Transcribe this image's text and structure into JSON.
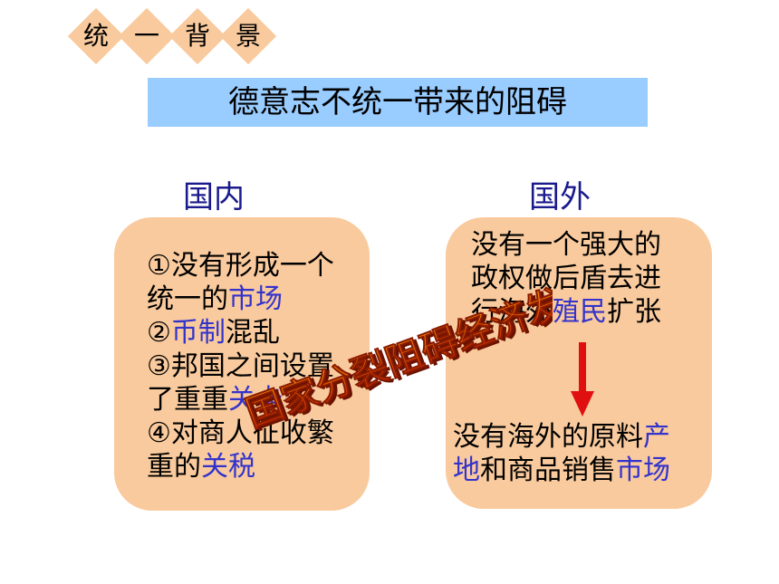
{
  "header": {
    "chars": [
      "统",
      "一",
      "背",
      "景"
    ]
  },
  "title": "德意志不统一带来的阻碍",
  "domestic": {
    "heading": "国内",
    "line1": "①没有形成一个",
    "line2_pre": "统一的",
    "line2_hl": "市场",
    "line3_pre": "②",
    "line3_hl": "币制",
    "line3_post": "混乱",
    "line4": "③邦国之间设置",
    "line5_pre": "了重重",
    "line5_hl": "关卡",
    "line6": "④对商人征收繁",
    "line7_pre": "重的",
    "line7_hl": "关税"
  },
  "foreign": {
    "heading": "国外",
    "line1": "没有一个强大的",
    "line2": "政权做后盾去进",
    "line3_pre": "行海外",
    "line3_hl": "殖民",
    "line3_post": "扩张",
    "line4_pre": "没有海外的原料",
    "line4_hl": "产",
    "line5_hl": "地",
    "line5_mid": "和商品销售",
    "line5_hl2": "市场"
  },
  "banner_text": "国家分裂阻碍经济发展",
  "colors": {
    "diamond": "#f9ca9d",
    "title_bg": "#99ccff",
    "card_bg": "#f9ca9d",
    "highlight": "#3333cc",
    "heading": "#1a1a8c",
    "arrow": "#e01010",
    "banner_fill": "#cc2200"
  }
}
